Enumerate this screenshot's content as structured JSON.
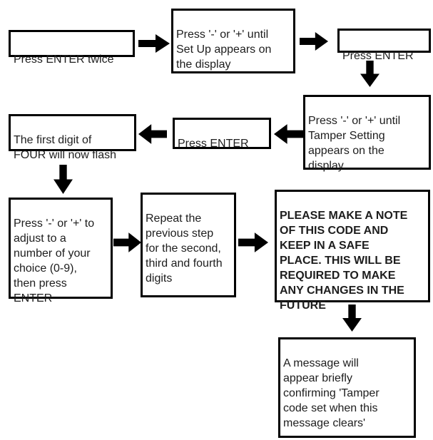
{
  "diagram": {
    "type": "flowchart",
    "steps": [
      {
        "id": "step-press-enter-twice",
        "text": "Press ENTER twice",
        "bold": false
      },
      {
        "id": "step-select-setup",
        "text": "Press '-' or '+' until\nSet Up appears on\nthe display",
        "bold": false
      },
      {
        "id": "step-press-enter-1",
        "text": "Press ENTER",
        "bold": false
      },
      {
        "id": "step-select-tamper-setting",
        "text": "Press '-' or '+' until\nTamper Setting\nappears on the\ndisplay",
        "bold": false
      },
      {
        "id": "step-press-enter-2",
        "text": "Press ENTER",
        "bold": false
      },
      {
        "id": "step-first-digit-flash",
        "text": "The first digit of\nFOUR will now flash",
        "bold": false
      },
      {
        "id": "step-adjust-digit",
        "text": "Press '-' or '+' to\nadjust to a\nnumber of your\nchoice (0-9),\nthen press\nENTER",
        "bold": false
      },
      {
        "id": "step-repeat-digits",
        "text": "Repeat the\nprevious step\nfor the second,\nthird and fourth\ndigits",
        "bold": false
      },
      {
        "id": "note-keep-code-safe",
        "text": "PLEASE MAKE A NOTE\nOF THIS CODE AND\nKEEP IN A SAFE\nPLACE. THIS WILL BE\nREQUIRED TO MAKE\nANY CHANGES IN THE\nFUTURE",
        "bold": true
      },
      {
        "id": "step-confirmation-message",
        "text": "A message will\nappear briefly\nconfirming 'Tamper\ncode set when this\nmessage clears'",
        "bold": false
      }
    ],
    "arrows": [
      {
        "from": 0,
        "to": 1,
        "direction": "right"
      },
      {
        "from": 1,
        "to": 2,
        "direction": "right"
      },
      {
        "from": 2,
        "to": 3,
        "direction": "down"
      },
      {
        "from": 3,
        "to": 4,
        "direction": "left"
      },
      {
        "from": 4,
        "to": 5,
        "direction": "left"
      },
      {
        "from": 5,
        "to": 6,
        "direction": "down"
      },
      {
        "from": 6,
        "to": 7,
        "direction": "right"
      },
      {
        "from": 7,
        "to": 8,
        "direction": "right"
      },
      {
        "from": 8,
        "to": 9,
        "direction": "down"
      }
    ],
    "colors": {
      "border": "#000000",
      "arrow": "#000000",
      "text": "#1d1d1d",
      "background": "#ffffff"
    }
  }
}
